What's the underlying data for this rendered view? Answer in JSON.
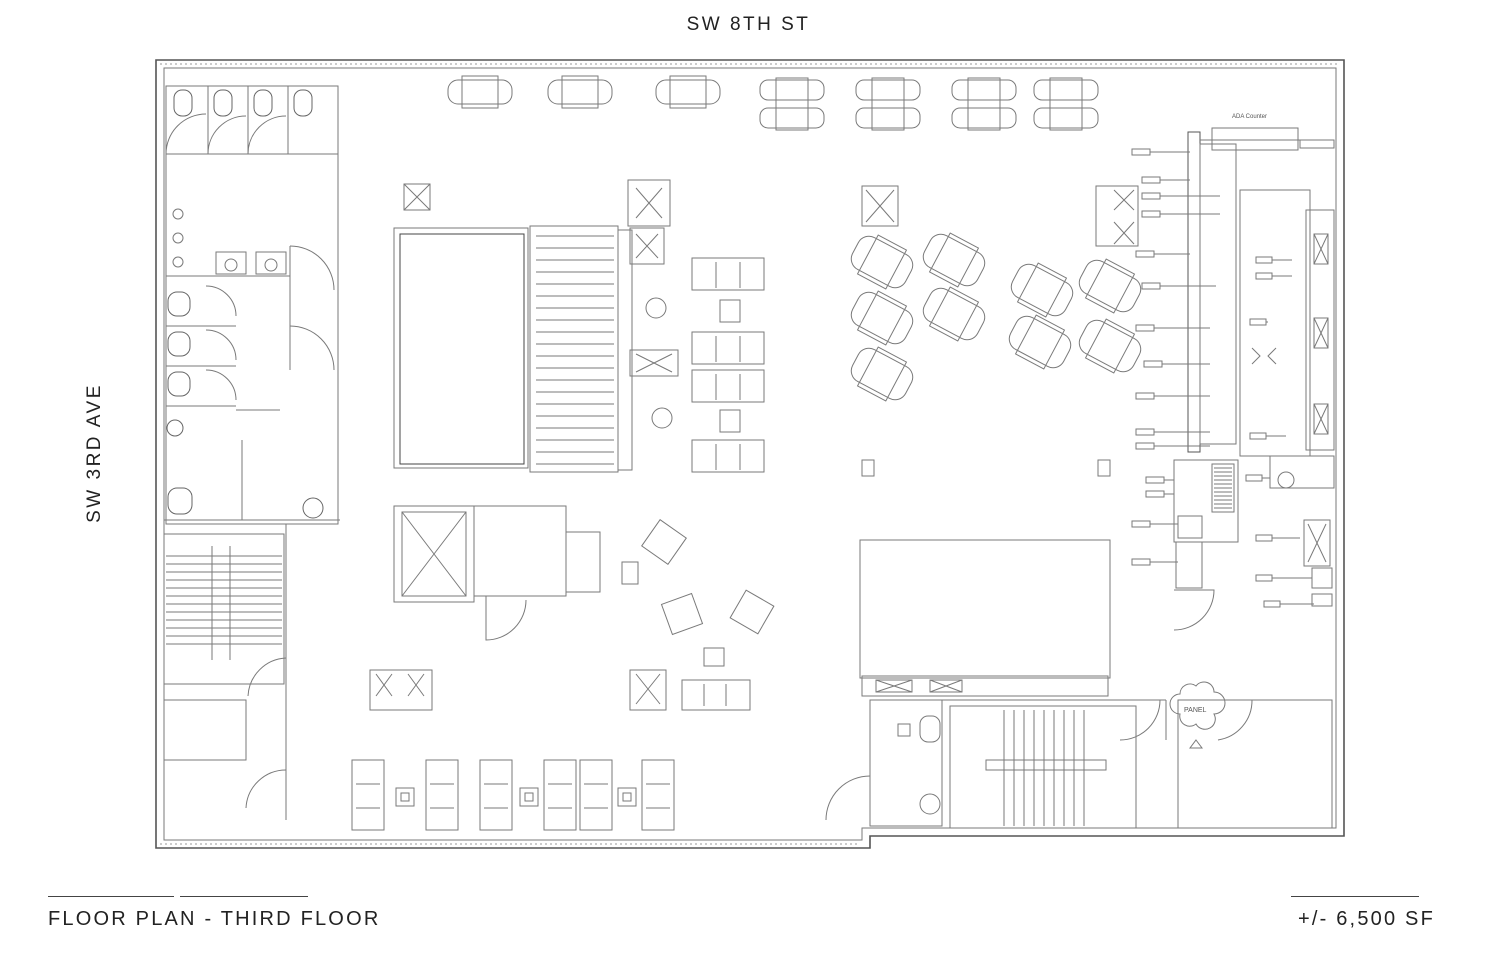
{
  "labels": {
    "street_top": "SW 8TH ST",
    "street_left": "SW 3RD AVE",
    "title": "FLOOR PLAN - THIRD FLOOR",
    "area": "+/- 6,500 SF",
    "ada_counter": "ADA Counter",
    "panel": "PANEL"
  },
  "colors": {
    "line": "#7a7a7a",
    "dark_line": "#3a3a3a",
    "text": "#222222",
    "background": "#ffffff"
  }
}
